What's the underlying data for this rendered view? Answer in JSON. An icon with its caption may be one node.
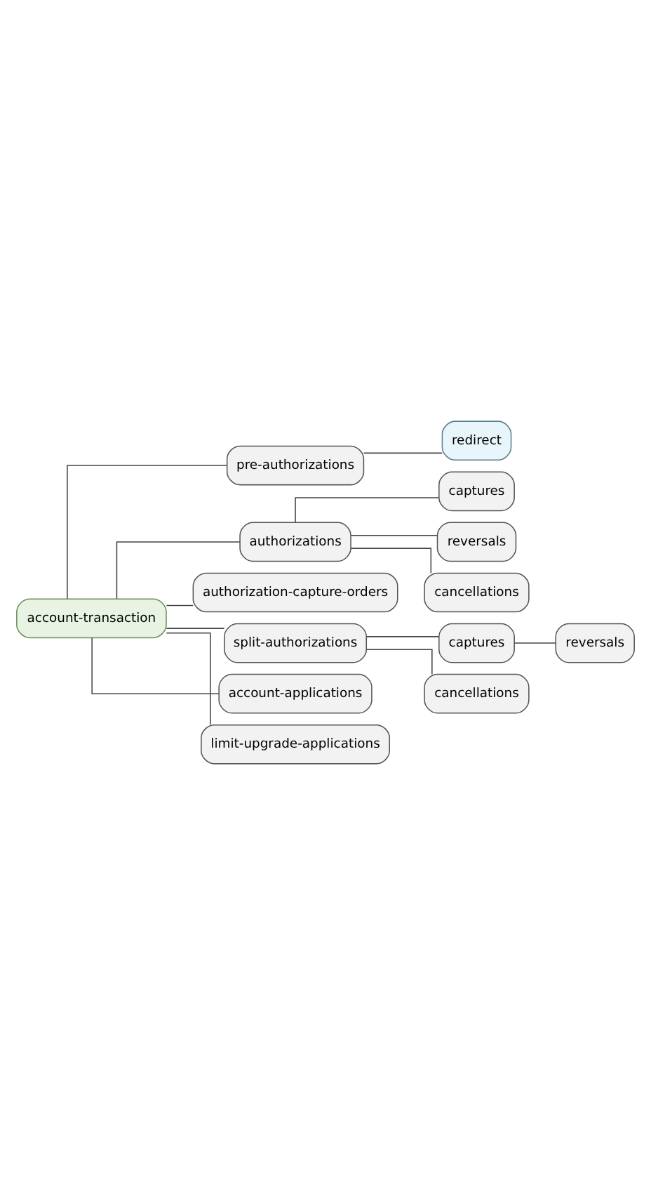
{
  "diagram": {
    "nodes": [
      {
        "text": [
          "account-transaction"
        ]
      },
      {
        "text": [
          "pre-authorizations"
        ]
      },
      {
        "text": [
          "redirect"
        ]
      },
      {
        "text": [
          "authorizations"
        ]
      },
      {
        "text": [
          "captures"
        ]
      },
      {
        "text": [
          "reversals"
        ]
      },
      {
        "text": [
          "cancellations"
        ]
      },
      {
        "text": [
          "authorization-capture-orders"
        ]
      },
      {
        "text": [
          "split-authorizations"
        ]
      },
      {
        "text": [
          "captures"
        ]
      },
      {
        "text": [
          "reversals"
        ]
      },
      {
        "text": [
          "cancellations"
        ]
      },
      {
        "text": [
          "account-applications"
        ]
      },
      {
        "text": [
          "limit-upgrade-applications"
        ]
      }
    ],
    "edges": [
      {
        "from": 0,
        "to": 1,
        "arrow": "none"
      },
      {
        "from": 1,
        "to": 2,
        "arrow": "none"
      },
      {
        "from": 0,
        "to": 3,
        "arrow": "none"
      },
      {
        "from": 3,
        "to": 4,
        "arrow": "none"
      },
      {
        "from": 3,
        "to": 5,
        "arrow": "none"
      },
      {
        "from": 3,
        "to": 6,
        "arrow": "none"
      },
      {
        "from": 0,
        "to": 7,
        "arrow": "none"
      },
      {
        "from": 0,
        "to": 8,
        "arrow": "none"
      },
      {
        "from": 8,
        "to": 9,
        "arrow": "none"
      },
      {
        "from": 9,
        "to": 10,
        "arrow": "none"
      },
      {
        "from": 8,
        "to": 11,
        "arrow": "none"
      },
      {
        "from": 0,
        "to": 12,
        "arrow": "none"
      },
      {
        "from": 0,
        "to": 13,
        "arrow": "none"
      }
    ]
  }
}
